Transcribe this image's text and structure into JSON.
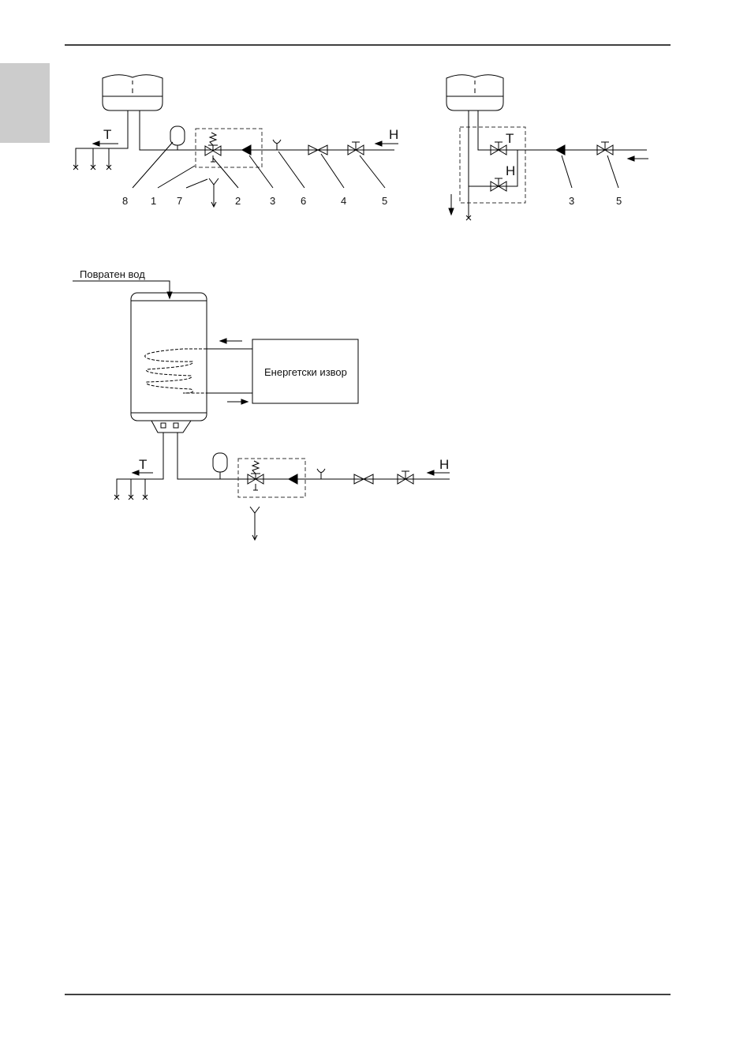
{
  "diagram1": {
    "letter_hot": "Т",
    "letter_cold": "Н",
    "labels": [
      "8",
      "1",
      "7",
      "2",
      "3",
      "6",
      "4",
      "5"
    ]
  },
  "diagram2": {
    "letter_hot": "Т",
    "letter_cold": "Н",
    "labels": [
      "3",
      "5"
    ]
  },
  "diagram3": {
    "return_label": "Повратен вод",
    "energy_source": "Енергетски извор",
    "letter_hot": "Т",
    "letter_cold": "Н"
  },
  "colors": {
    "line": "#000000",
    "dash": "#333333",
    "tab": "#cccccc"
  }
}
